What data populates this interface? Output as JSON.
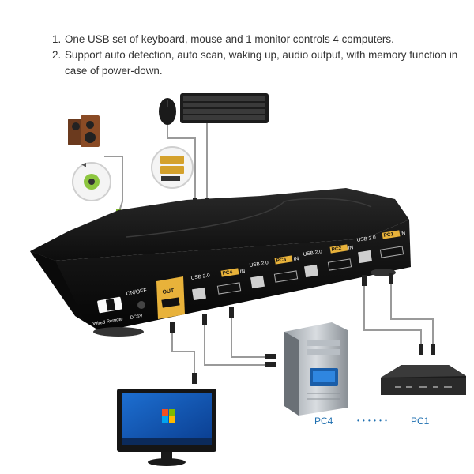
{
  "notes": [
    {
      "num": "1.",
      "text": "One USB set of keyboard, mouse and 1 monitor controls 4 computers."
    },
    {
      "num": "2.",
      "text": "Support auto detection, auto scan, waking up, audio output, with memory function in case of power-down."
    }
  ],
  "panel": {
    "power_label": "ON/OFF",
    "remote_label": "Wired Remote",
    "dc_label": "DC5V",
    "out_label": "OUT",
    "ports": [
      {
        "usb": "USB 2.0",
        "pc": "PC4",
        "in": "IN"
      },
      {
        "usb": "USB 2.0",
        "pc": "PC3",
        "in": "IN"
      },
      {
        "usb": "USB 2.0",
        "pc": "PC2",
        "in": "IN"
      },
      {
        "usb": "USB 2.0",
        "pc": "PC1",
        "in": "IN"
      }
    ]
  },
  "labels": {
    "pc4": "PC4",
    "dots": "• • • • • •",
    "pc1": "PC1"
  },
  "colors": {
    "accent_blue": "#1e6fb0",
    "gold": "#e8b23a",
    "device_body": "#1a1a1a"
  },
  "icons": [
    "speaker-icon",
    "audio-jack-icon",
    "mouse-icon",
    "keyboard-icon",
    "usb-port-icon",
    "hdmi-port-icon",
    "monitor-icon",
    "pc-tower-icon",
    "mini-pc-icon"
  ]
}
